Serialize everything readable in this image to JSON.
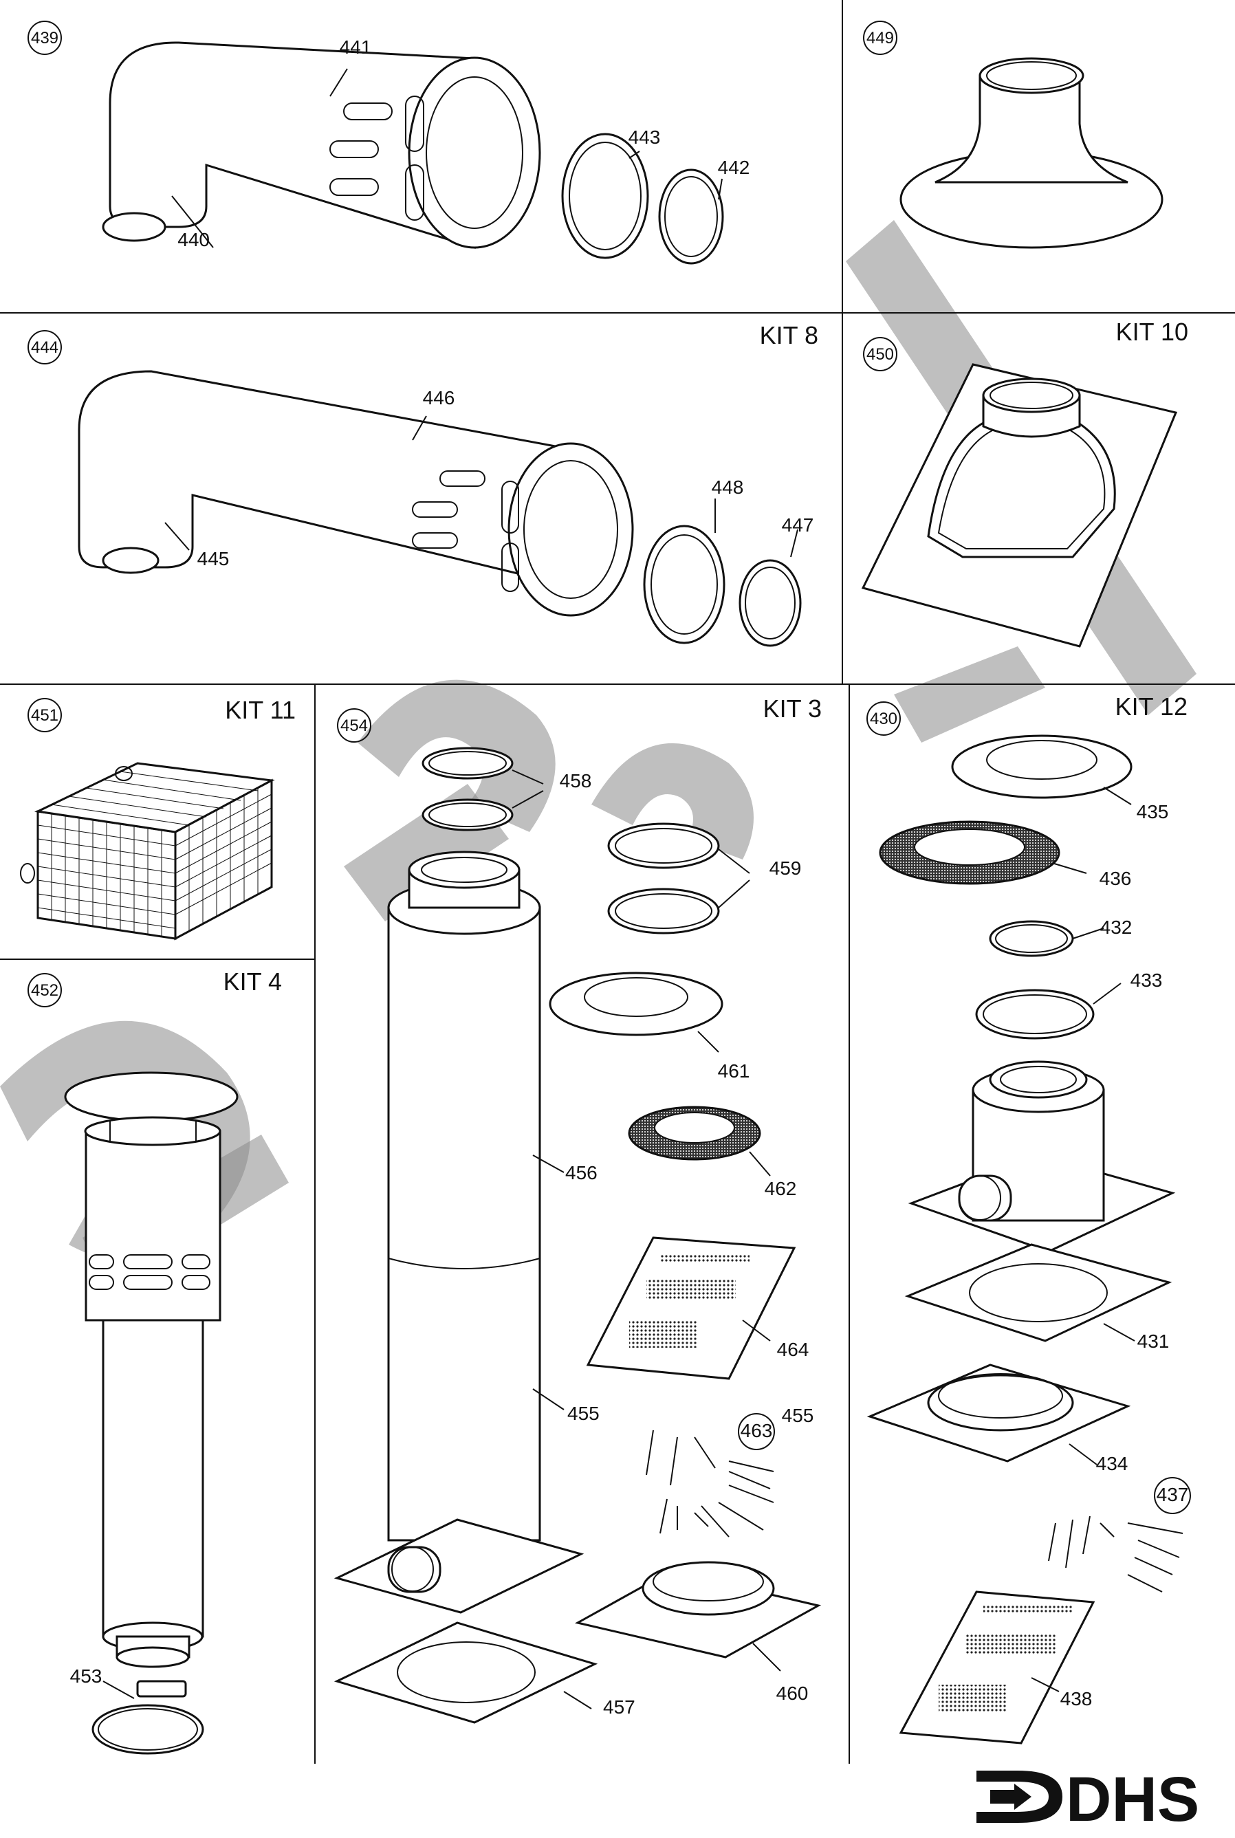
{
  "logo": {
    "text": "DHS"
  },
  "panels": [
    {
      "id": "p439",
      "ref": "439",
      "kit": "",
      "labels": [
        "440",
        "441",
        "442",
        "443"
      ]
    },
    {
      "id": "p449",
      "ref": "449",
      "kit": "",
      "labels": []
    },
    {
      "id": "p444",
      "ref": "444",
      "kit": "KIT 8",
      "labels": [
        "445",
        "446",
        "447",
        "448"
      ]
    },
    {
      "id": "p450",
      "ref": "450",
      "kit": "KIT 10",
      "labels": []
    },
    {
      "id": "p451",
      "ref": "451",
      "kit": "KIT 11",
      "labels": []
    },
    {
      "id": "p452",
      "ref": "452",
      "kit": "KIT 4",
      "labels": [
        "453"
      ]
    },
    {
      "id": "p454",
      "ref": "454",
      "kit": "KIT 3",
      "labels": [
        "455",
        "456",
        "457",
        "458",
        "459",
        "460",
        "461",
        "462",
        "463",
        "464"
      ]
    },
    {
      "id": "p430",
      "ref": "430",
      "kit": "KIT 12",
      "labels": [
        "431",
        "432",
        "433",
        "434",
        "435",
        "436",
        "437",
        "438"
      ]
    }
  ],
  "colors": {
    "line": "#111111",
    "watermark": "#8a8a8a",
    "background": "#ffffff"
  }
}
